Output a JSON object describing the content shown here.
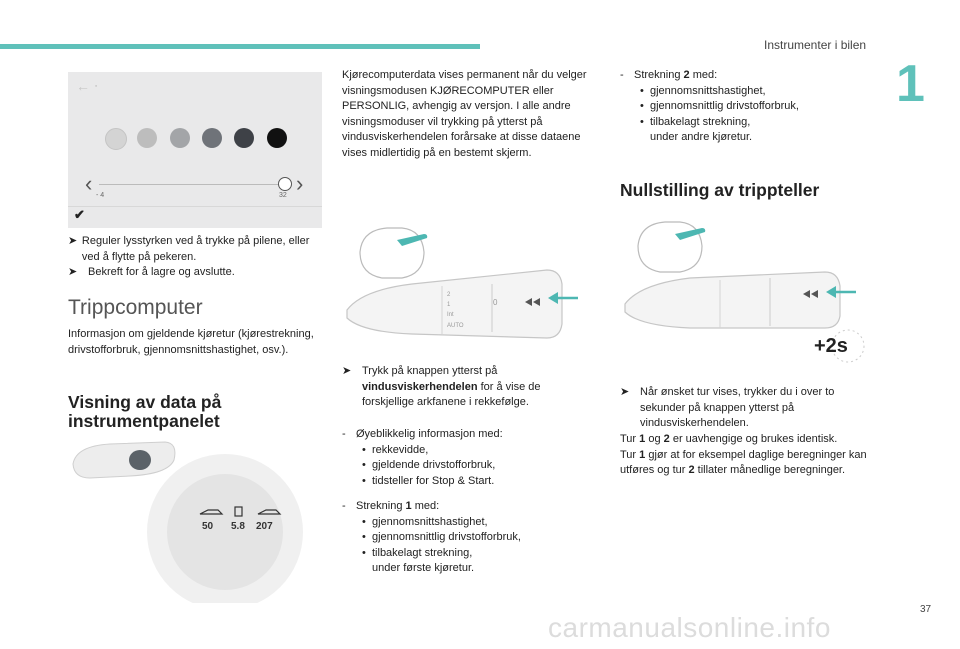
{
  "header": {
    "section_title": "Instrumenter i bilen",
    "chapter_number": "1",
    "page_number": "37"
  },
  "watermark": "carmanualsonline.info",
  "screen_panel": {
    "back_icon": "arrow-left-icon",
    "swatch_colors": [
      "#d4d4d4",
      "#bdbdbd",
      "#a3a5a8",
      "#6f7379",
      "#3e4147",
      "#111111"
    ],
    "slider_min_label": "- 4",
    "slider_max_label": "32",
    "confirm_icon": "checkmark-icon"
  },
  "left_column": {
    "bullets": [
      "Reguler lysstyrken ved å trykke på pilene, eller ved å flytte på pekeren.",
      "Bekreft for å lagre og avslutte."
    ],
    "heading_trip": "Trippcomputer",
    "intro": "Informasjon om gjeldende kjøretur (kjørestrekning, drivstofforbruk, gjennomsnittshastighet, osv.).",
    "heading_display_line1": "Visning av data på",
    "heading_display_line2": "instrumentpanelet",
    "gauge_values": [
      "50",
      "5.8",
      "207"
    ]
  },
  "middle_column": {
    "intro": "Kjørecomputerdata vises permanent når du velger visningsmodusen KJØRECOMPUTER eller PERSONLIG, avhengig av versjon. I alle andre visningsmoduser vil trykking på ytterst på vindusviskerhendelen forårsake at disse dataene vises midlertidig på en bestemt skjerm.",
    "press_prefix": "Trykk på knappen ytterst på",
    "press_bold": "vindusviskerhendelen",
    "press_suffix": "for å vise de forskjellige arkfanene i rekkefølge.",
    "immediate_title": "Øyeblikkelig informasjon med:",
    "immediate_items": [
      "rekkevidde,",
      "gjeldende drivstofforbruk,",
      "tidsteller for Stop & Start."
    ],
    "trip1_prefix": "Strekning",
    "trip1_num": "1",
    "trip1_suffix": "med:",
    "trip1_items": [
      "gjennomsnittshastighet,",
      "gjennomsnittlig drivstofforbruk,",
      "tilbakelagt strekning,"
    ],
    "trip1_last": "under første kjøretur.",
    "stalk_labels": [
      "0",
      "AUTO",
      "2",
      "1",
      "Int"
    ]
  },
  "right_column": {
    "trip2_prefix": "Strekning",
    "trip2_num": "2",
    "trip2_suffix": "med:",
    "trip2_items": [
      "gjennomsnittshastighet,",
      "gjennomsnittlig drivstofforbruk,",
      "tilbakelagt strekning,"
    ],
    "trip2_last": "under andre kjøretur.",
    "heading_reset": "Nullstilling av trippteller",
    "hold_badge": "+2s",
    "reset_bullet": "Når ønsket tur vises, trykker du i over to sekunder på knappen ytterst på vindusviskerhendelen.",
    "para1_a": "Tur",
    "para1_b": "1",
    "para1_c": "og",
    "para1_d": "2",
    "para1_e": "er uavhengige og brukes identisk.",
    "para2_a": "Tur",
    "para2_b": "1",
    "para2_c": "gjør at for eksempel daglige beregninger kan utføres og tur",
    "para2_d": "2",
    "para2_e": "tillater månedlige beregninger."
  }
}
